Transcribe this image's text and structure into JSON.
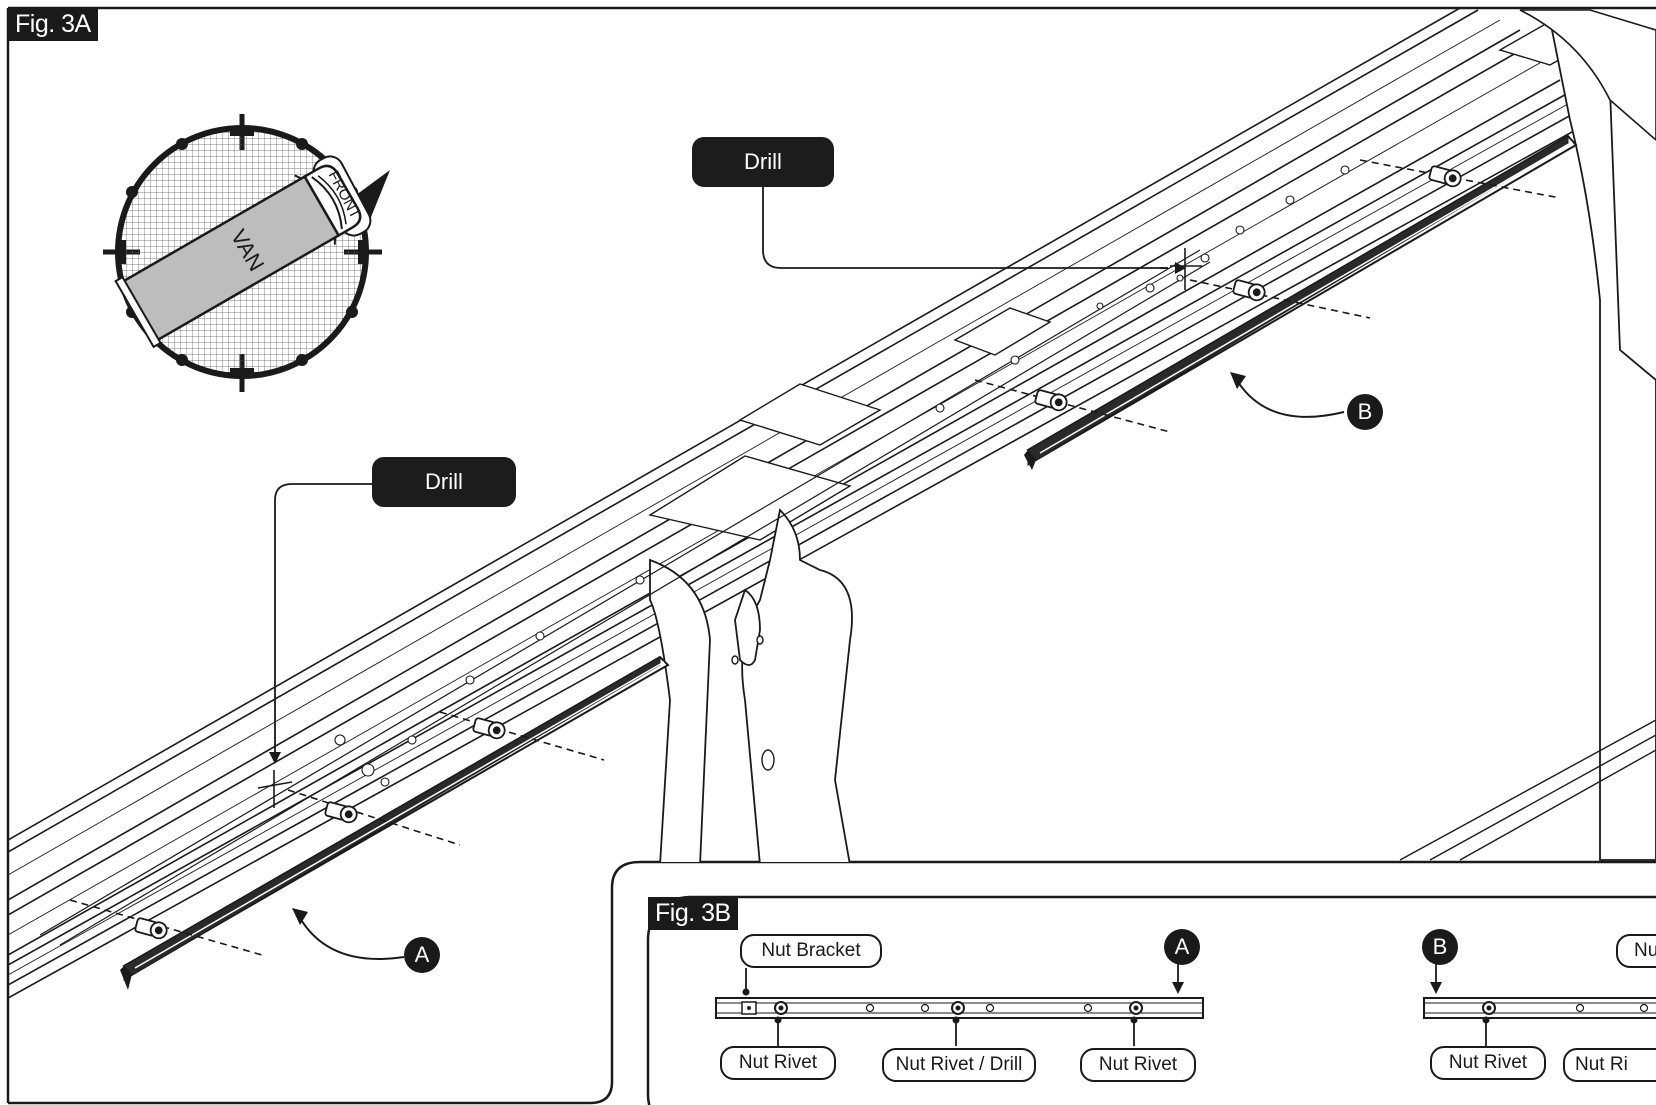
{
  "figures": {
    "fig3a": {
      "tag": "Fig. 3A"
    },
    "fig3b": {
      "tag": "Fig. 3B"
    }
  },
  "compass": {
    "front_label": "FRONT",
    "vehicle_label": "VAN"
  },
  "callouts": {
    "drill_top": "Drill",
    "drill_left": "Drill",
    "marker_a": "A",
    "marker_b": "B"
  },
  "detail": {
    "nut_bracket": "Nut Bracket",
    "rail_a": {
      "marker": "A",
      "labels": [
        "Nut Rivet",
        "Nut Rivet / Drill",
        "Nut Rivet"
      ]
    },
    "rail_b": {
      "marker": "B",
      "top_label": "Nu",
      "labels": [
        "Nut Rivet",
        "Nut Ri"
      ]
    }
  },
  "icons": [
    "compass-icon",
    "van-icon",
    "front-arrow-icon",
    "nut-rivet-icon",
    "rail-icon"
  ],
  "colors": {
    "ink": "#1a1a1a",
    "van_fill": "#bdbdbd",
    "paper": "#ffffff"
  }
}
